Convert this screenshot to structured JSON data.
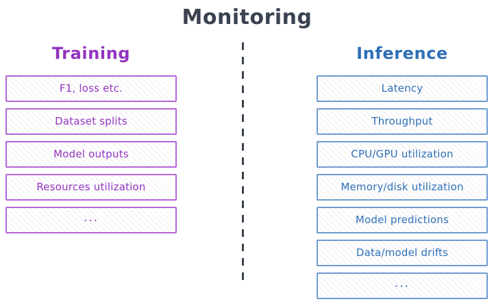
{
  "title": "Monitoring",
  "colors": {
    "title": "#3a4250",
    "training_text": "#9333c0",
    "training_border": "#b565d8",
    "inference_text": "#2e6fb8",
    "inference_border": "#6e9bd0",
    "divider": "#3a4250",
    "background": "#ffffff"
  },
  "columns": {
    "training": {
      "header": "Training",
      "items": [
        {
          "label": "F1, loss etc."
        },
        {
          "label": "Dataset splits"
        },
        {
          "label": "Model outputs"
        },
        {
          "label": "Resources utilization"
        },
        {
          "label": "..."
        }
      ]
    },
    "inference": {
      "header": "Inference",
      "items": [
        {
          "label": "Latency"
        },
        {
          "label": "Throughput"
        },
        {
          "label": "CPU/GPU utilization"
        },
        {
          "label": "Memory/disk utilization"
        },
        {
          "label": "Model predictions"
        },
        {
          "label": "Data/model drifts"
        },
        {
          "label": "..."
        }
      ]
    }
  },
  "divider": {
    "name": "vertical-dashed-separator"
  }
}
